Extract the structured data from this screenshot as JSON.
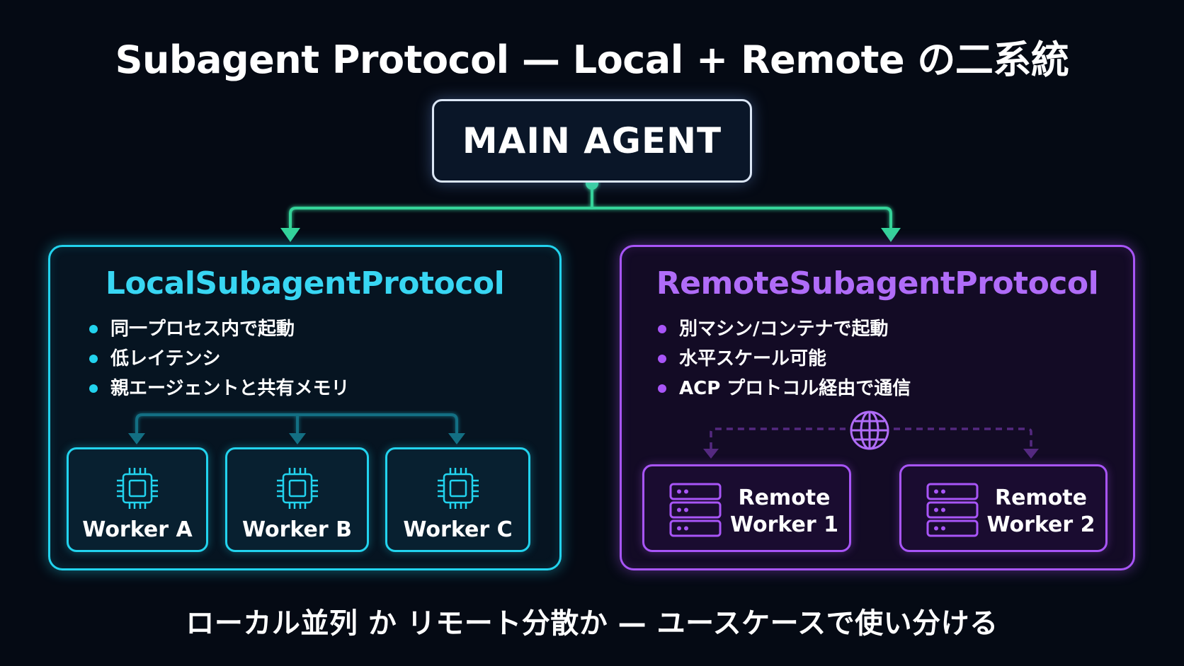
{
  "title": "Subagent Protocol — Local + Remote の二系統",
  "main_agent": {
    "label": "MAIN AGENT"
  },
  "local": {
    "title": "LocalSubagentProtocol",
    "bullets": [
      "同一プロセス内で起動",
      "低レイテンシ",
      "親エージェントと共有メモリ"
    ],
    "workers": [
      "Worker A",
      "Worker B",
      "Worker C"
    ],
    "icon": "cpu-chip-icon"
  },
  "remote": {
    "title": "RemoteSubagentProtocol",
    "bullets": [
      "別マシン/コンテナで起動",
      "水平スケール可能",
      "ACP プロトコル経由で通信"
    ],
    "workers": [
      {
        "line1": "Remote",
        "line2": "Worker 1"
      },
      {
        "line1": "Remote",
        "line2": "Worker 2"
      }
    ],
    "icon": "server-rack-icon",
    "network_icon": "globe-icon"
  },
  "footer": "ローカル並列 か リモート分散か — ユースケースで使い分ける",
  "colors": {
    "background": "#050a14",
    "connector": "#34d399",
    "local_accent": "#22d3ee",
    "remote_accent": "#a855f7",
    "main_border": "#dbe6f5"
  }
}
